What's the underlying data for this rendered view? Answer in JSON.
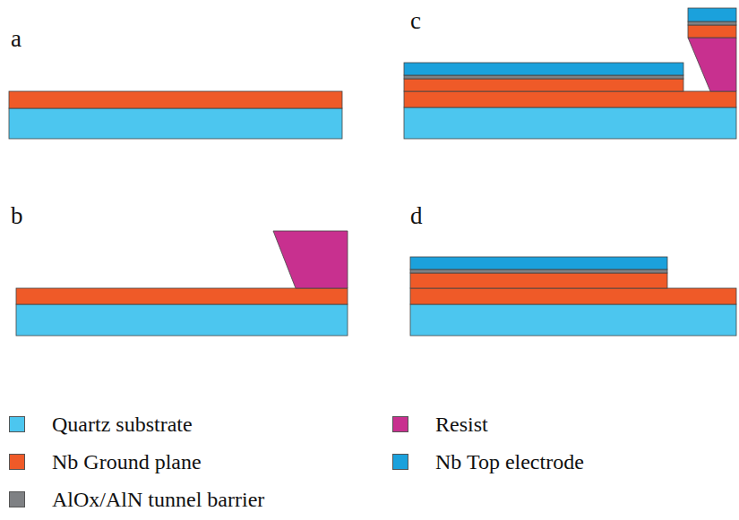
{
  "diagram": {
    "labels": [
      "a",
      "c",
      "b",
      "d"
    ],
    "legend": [
      {
        "text": "Quartz substrate",
        "color": "#4cc6ef"
      },
      {
        "text": "Resist",
        "color": "#c8308f"
      },
      {
        "text": "Nb Ground plane",
        "color": "#ef5a28"
      },
      {
        "text": "Nb Top electrode",
        "color": "#1ba1dc"
      },
      {
        "text": "AlOx/AlN tunnel barrier",
        "color": "#7f8184"
      }
    ]
  }
}
